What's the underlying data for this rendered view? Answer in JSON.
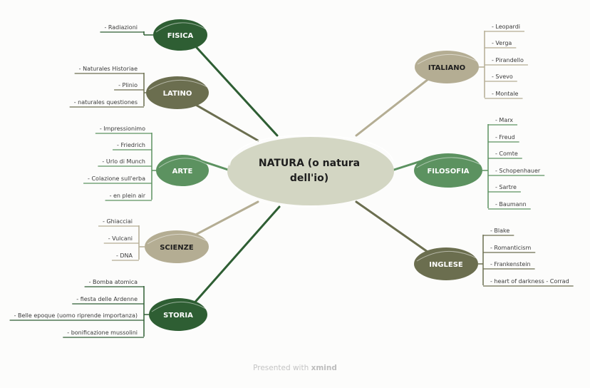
{
  "center": {
    "lines": [
      "NATURA (o natura",
      "dell'io)"
    ]
  },
  "colors": {
    "dark": "#2e5e33",
    "olive": "#6b6e4f",
    "green": "#5c9260",
    "tan": "#b4ad93",
    "center": "#d3d6c3"
  },
  "branches": [
    {
      "id": "fisica",
      "label": "FISICA",
      "color": "dark",
      "items": [
        "- Radiazioni"
      ]
    },
    {
      "id": "latino",
      "label": "LATINO",
      "color": "olive",
      "items": [
        "- Naturales Historiae",
        "- Plinio",
        "- naturales questiones"
      ]
    },
    {
      "id": "arte",
      "label": "ARTE",
      "color": "green",
      "items": [
        "- Impressionimo",
        "- Friedrich",
        "- Urlo di Munch",
        "- Colazione sull'erba",
        "- en plein air"
      ]
    },
    {
      "id": "scienze",
      "label": "SCIENZE",
      "color": "tan",
      "items": [
        "- Ghiacciai",
        "- Vulcani",
        "- DNA"
      ]
    },
    {
      "id": "storia",
      "label": "STORIA",
      "color": "dark",
      "items": [
        "- Bomba atomica",
        "- fiesta delle Ardenne",
        "- Belle epoque (uomo riprende importanza)",
        "- bonificazione mussolini"
      ]
    },
    {
      "id": "italiano",
      "label": "ITALIANO",
      "color": "tan",
      "items": [
        "- Leopardi",
        "- Verga",
        "- Pirandello",
        "- Svevo",
        "- Montale"
      ]
    },
    {
      "id": "filosofia",
      "label": "FILOSOFIA",
      "color": "green",
      "items": [
        "- Marx",
        "- Freud",
        "- Comte",
        "- Schopenhauer",
        "- Sartre",
        "- Baumann"
      ]
    },
    {
      "id": "inglese",
      "label": "INGLESE",
      "color": "olive",
      "items": [
        "- Blake",
        "- Romanticism",
        "- Frankenstein",
        "- heart of darkness - Corrad"
      ]
    }
  ],
  "footer": {
    "prefix": "Presented with",
    "brand": "xmind"
  }
}
